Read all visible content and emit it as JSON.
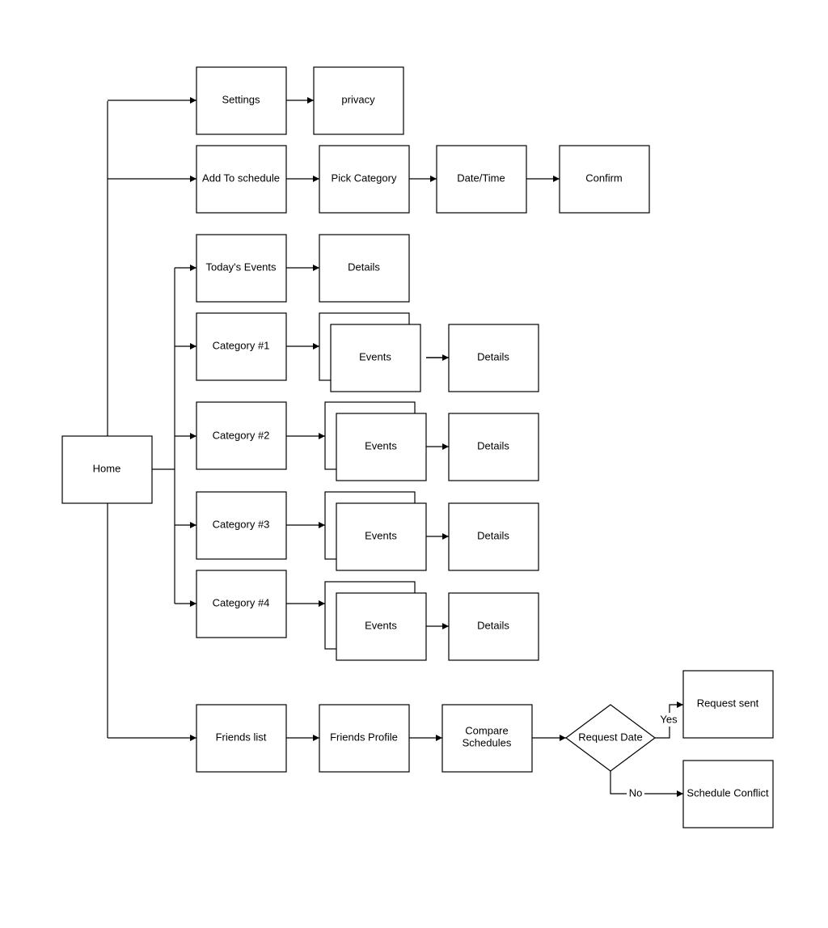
{
  "diagram": {
    "nodes": {
      "home": "Home",
      "settings": "Settings",
      "privacy": "privacy",
      "add_to_schedule": "Add To schedule",
      "pick_category": "Pick Category",
      "date_time": "Date/Time",
      "confirm": "Confirm",
      "todays_events": "Today's Events",
      "todays_details": "Details",
      "category_1": "Category #1",
      "category_1_events": "Events",
      "category_1_details": "Details",
      "category_2": "Category #2",
      "category_2_events": "Events",
      "category_2_details": "Details",
      "category_3": "Category #3",
      "category_3_events": "Events",
      "category_3_details": "Details",
      "category_4": "Category #4",
      "category_4_events": "Events",
      "category_4_details": "Details",
      "friends_list": "Friends list",
      "friends_profile": "Friends Profile",
      "compare_schedules_line1": "Compare",
      "compare_schedules_line2": "Schedules",
      "request_date": "Request Date",
      "request_sent": "Request sent",
      "schedule_conflict": "Schedule Conflict"
    },
    "edge_labels": {
      "yes": "Yes",
      "no": "No"
    },
    "colors": {
      "stroke": "#000000",
      "fill": "#ffffff"
    }
  }
}
